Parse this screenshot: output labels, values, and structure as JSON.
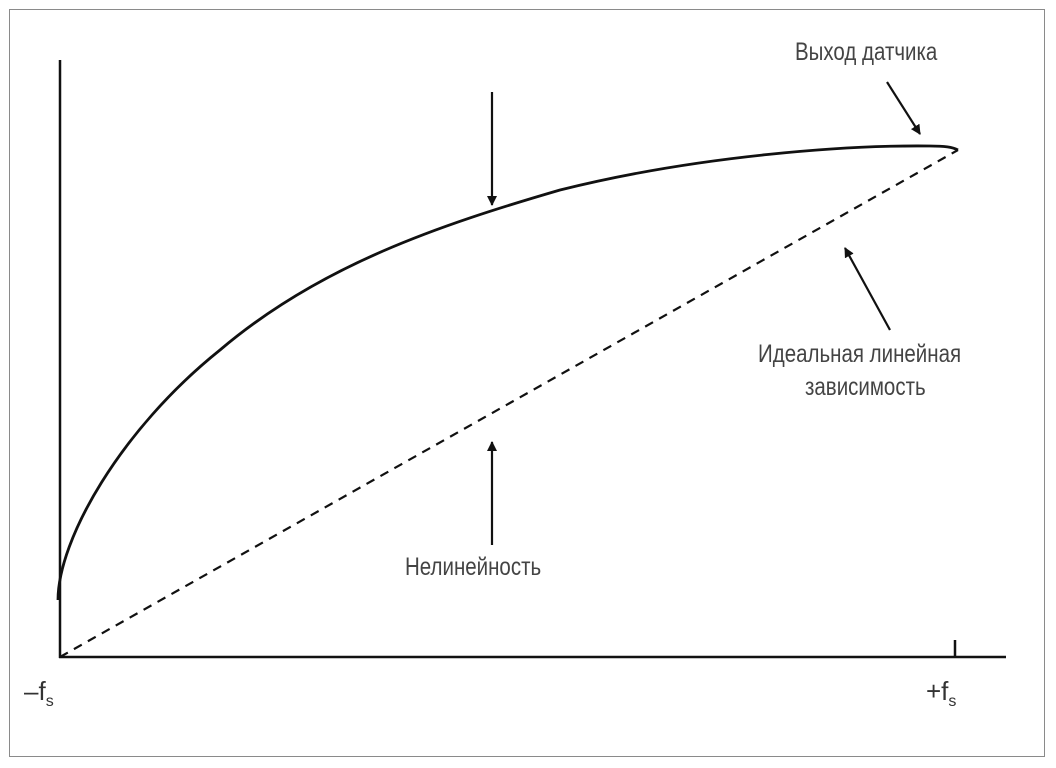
{
  "labels": {
    "sensor_output": "Выход датчика",
    "ideal_line_1": "Идеальная линейная",
    "ideal_line_2": "зависимость",
    "nonlinearity": "Нелинейность"
  },
  "axis": {
    "left_tick_sign": "–f",
    "right_tick_sign": "+f",
    "subscript": "s"
  },
  "colors": {
    "line": "#111111",
    "text": "#444444"
  }
}
